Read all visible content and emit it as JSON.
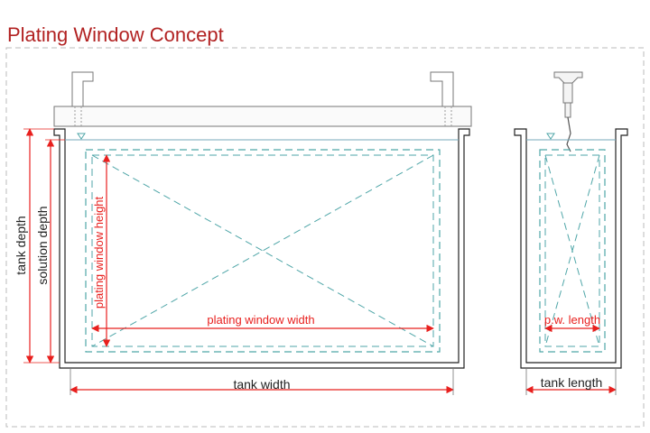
{
  "title": "Plating Window Concept",
  "labels": {
    "tank_depth": "tank depth",
    "solution_depth": "solution depth",
    "plating_window_height": "plating window height",
    "plating_window_width": "plating window width",
    "tank_width": "tank width",
    "pw_length": "p.w. length",
    "tank_length": "tank length"
  },
  "colors": {
    "title": "#b22222",
    "dimension": "#e8201e",
    "window": "#4fa6a8",
    "outline": "#222222",
    "frame": "#9a9a9a"
  }
}
